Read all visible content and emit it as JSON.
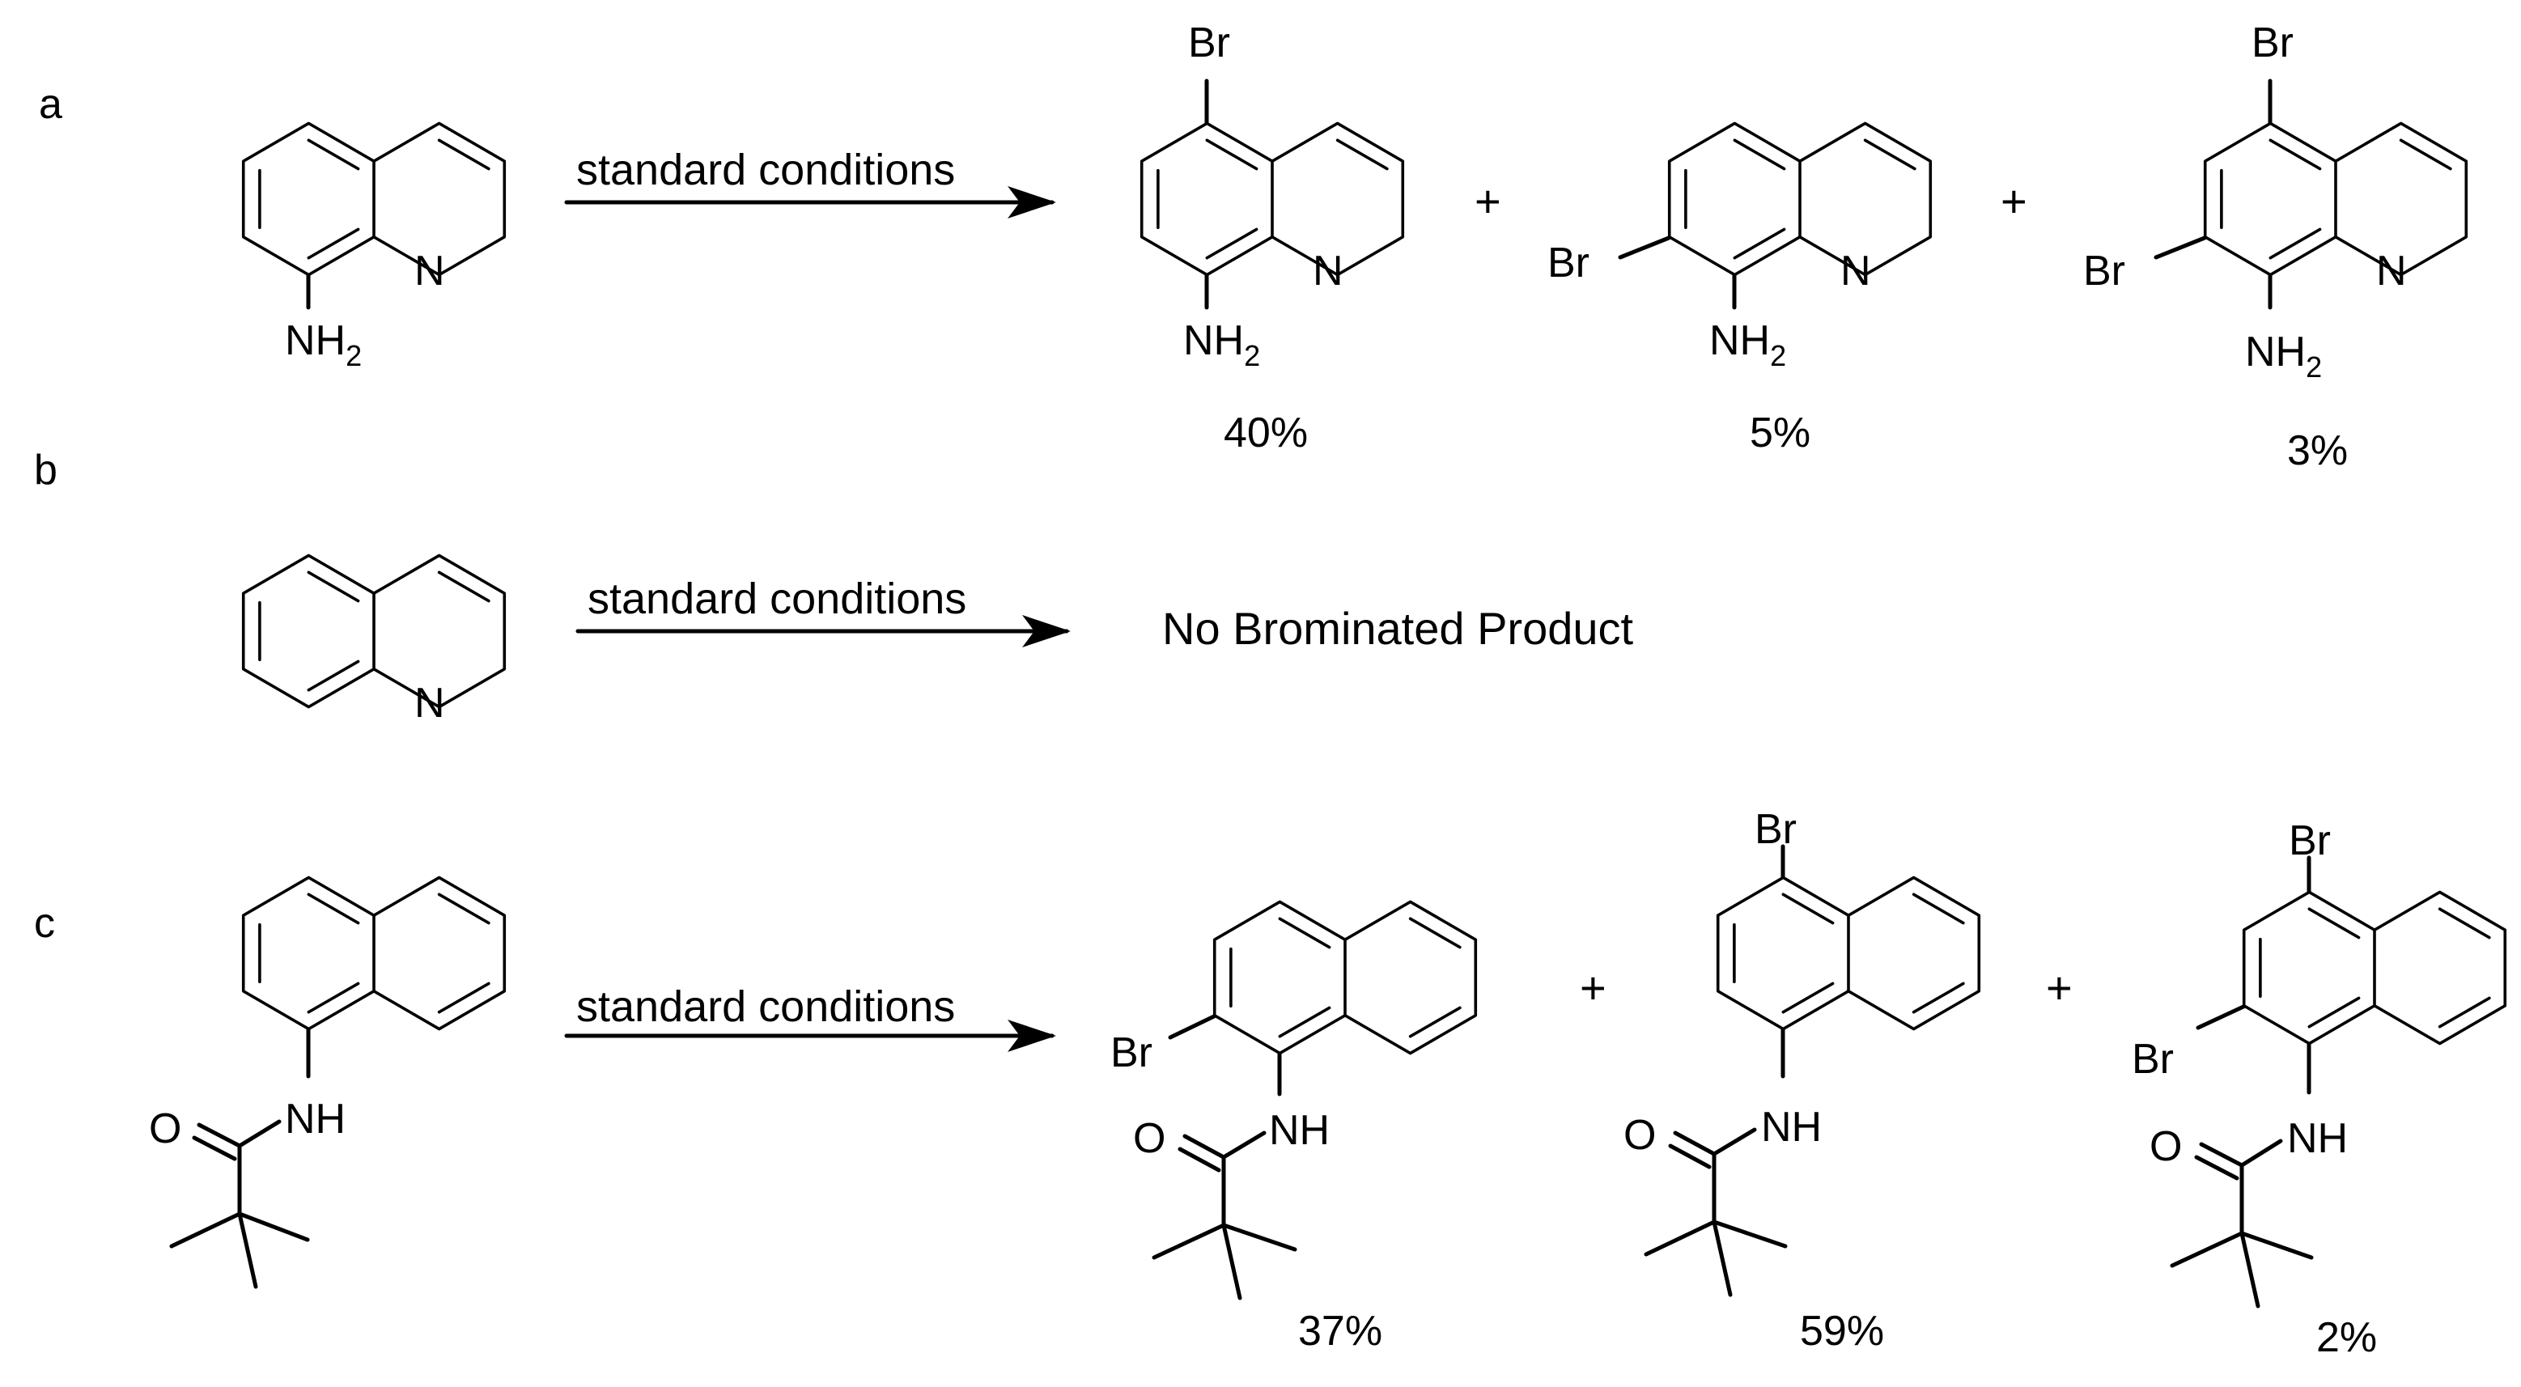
{
  "scheme": {
    "panels": [
      {
        "label": "a",
        "condition": "standard conditions",
        "starting_material": {
          "atoms": [
            "N",
            "NH",
            "2"
          ]
        },
        "products": [
          {
            "atoms": [
              "Br",
              "N",
              "NH",
              "2"
            ],
            "yield": "40%"
          },
          {
            "atoms": [
              "Br",
              "N",
              "NH",
              "2"
            ],
            "yield": "5%"
          },
          {
            "atoms": [
              "Br",
              "Br",
              "N",
              "NH",
              "2"
            ],
            "yield": "3%"
          }
        ],
        "plus": "+"
      },
      {
        "label": "b",
        "condition": "standard conditions",
        "starting_material": {
          "atoms": [
            "N"
          ]
        },
        "result_text": "No Brominated Product"
      },
      {
        "label": "c",
        "condition": "standard conditions",
        "starting_material": {
          "atoms": [
            "O",
            "NH"
          ]
        },
        "products": [
          {
            "atoms": [
              "Br",
              "O",
              "NH"
            ],
            "yield": "37%"
          },
          {
            "atoms": [
              "Br",
              "O",
              "NH"
            ],
            "yield": "59%"
          },
          {
            "atoms": [
              "Br",
              "Br",
              "O",
              "NH"
            ],
            "yield": "2%"
          }
        ],
        "plus": "+"
      }
    ]
  }
}
